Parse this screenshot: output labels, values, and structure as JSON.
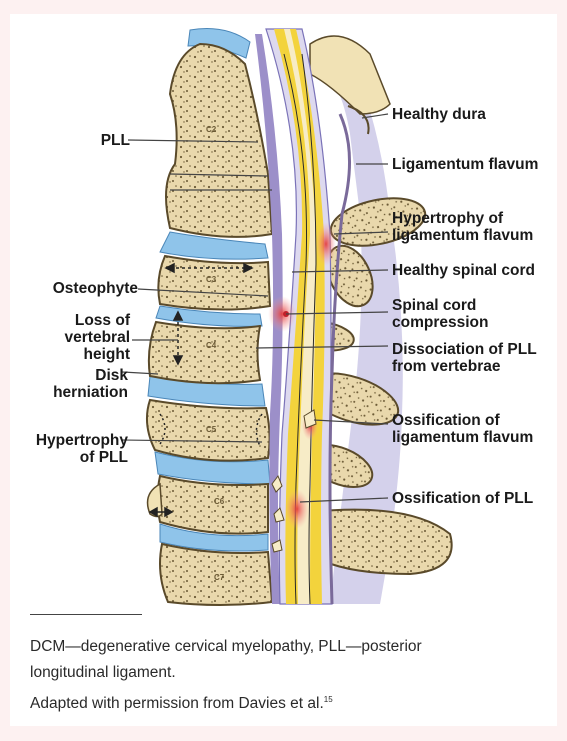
{
  "labels_left": {
    "pll": "PLL",
    "osteophyte": "Osteophyte",
    "loss_height": [
      "Loss of",
      "vertebral",
      "height"
    ],
    "disk_herniation": [
      "Disk",
      "herniation"
    ],
    "hypertrophy_pll": [
      "Hypertrophy",
      "of PLL"
    ]
  },
  "labels_right": {
    "healthy_dura": "Healthy dura",
    "ligamentum_flavum": "Ligamentum flavum",
    "hypertrophy_lf": [
      "Hypertrophy of",
      "ligamentum flavum"
    ],
    "healthy_cord": "Healthy spinal cord",
    "cord_compression": [
      "Spinal cord",
      "compression"
    ],
    "dissociation": [
      "Dissociation of PLL",
      "from vertebrae"
    ],
    "ossification_lf": [
      "Ossification of",
      "ligamentum flavum"
    ],
    "ossification_pll": "Ossification of PLL"
  },
  "vertebra_labels": [
    "C2",
    "C3",
    "C4",
    "C5",
    "C6",
    "C7"
  ],
  "caption": {
    "line1": "DCM—degenerative cervical myelopathy, PLL—posterior",
    "line2": "longitudinal ligament.",
    "source": "Adapted with permission from Davies et al.",
    "ref": "15"
  },
  "colors": {
    "page_bg": "#fdf1f1",
    "bone": "#ecdcb2",
    "bone_outline": "#5a4a2a",
    "disc": "#8fc4ea",
    "cord": "#f3d33c",
    "dura": "#b9b6dc",
    "lesion": "#e8454a"
  }
}
